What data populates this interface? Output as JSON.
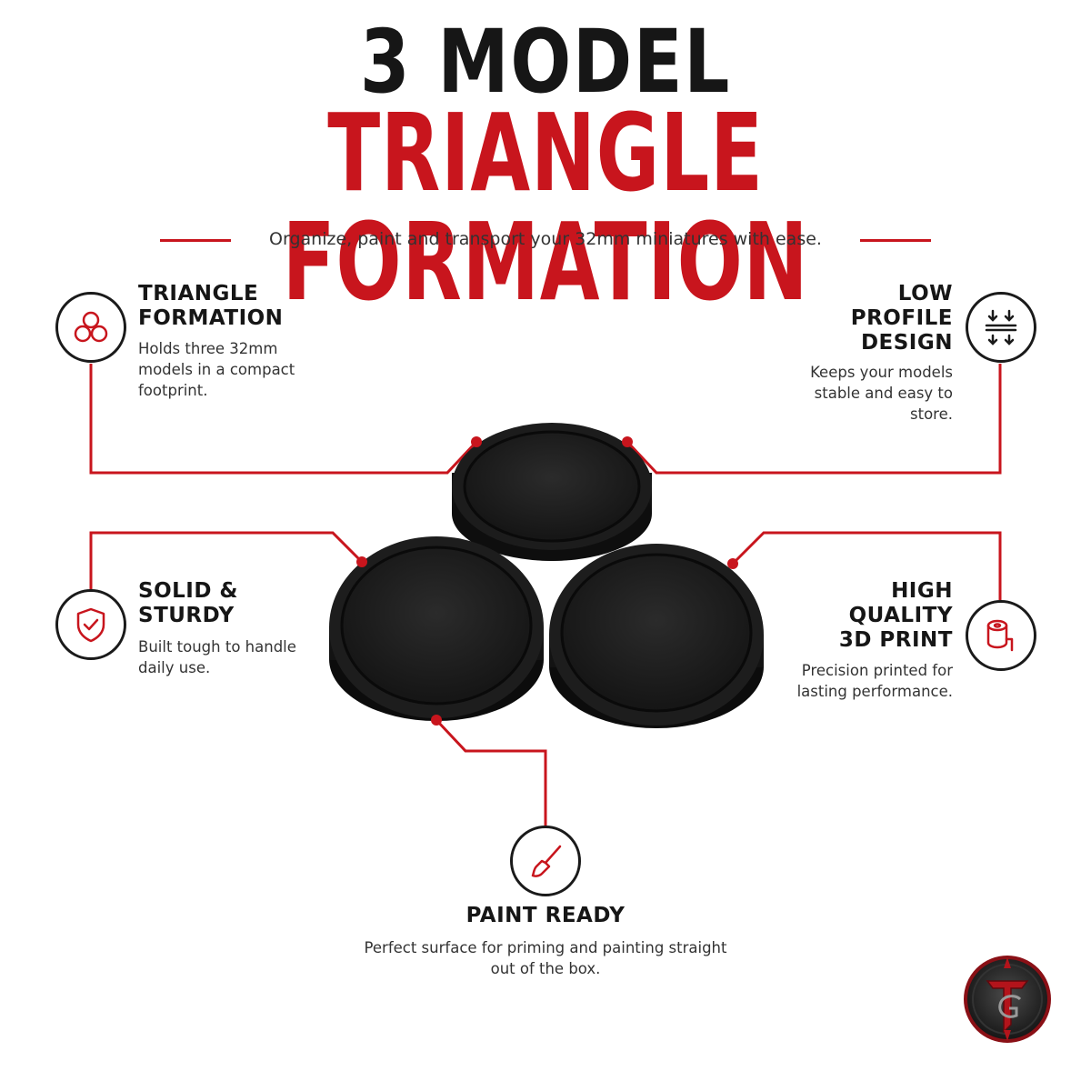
{
  "header": {
    "line1": "3 MODEL",
    "line2": "TRIANGLE FORMATION",
    "subtitle": "Organize, paint and transport your 32mm miniatures with ease."
  },
  "features": {
    "triangle": {
      "heading_1": "TRIANGLE",
      "heading_2": "FORMATION",
      "body_1": "Holds three 32mm",
      "body_2": "models in a compact",
      "body_3": "footprint.",
      "icon": "three-circles-icon"
    },
    "low_profile": {
      "heading_1": "LOW",
      "heading_2": "PROFILE",
      "heading_3": "DESIGN",
      "body_1": "Keeps your models",
      "body_2": "stable and easy to",
      "body_3": "store.",
      "icon": "low-profile-arrows-icon"
    },
    "solid": {
      "heading_1": "SOLID &",
      "heading_2": "STURDY",
      "body_1": "Built tough to handle",
      "body_2": "daily use.",
      "icon": "shield-check-icon"
    },
    "quality": {
      "heading_1": "HIGH",
      "heading_2": "QUALITY",
      "heading_3": "3D PRINT",
      "body_1": "Precision printed for",
      "body_2": "lasting performance.",
      "icon": "filament-spool-icon"
    },
    "paint": {
      "heading": "PAINT READY",
      "body_1": "Perfect surface for priming and painting straight",
      "body_2": "out of the box.",
      "icon": "paintbrush-icon"
    }
  },
  "logo": {
    "icon": "brand-monogram-logo-icon"
  },
  "colors": {
    "accent": "#c8151d",
    "dark": "#161616",
    "text": "#333333",
    "background": "#ffffff"
  }
}
